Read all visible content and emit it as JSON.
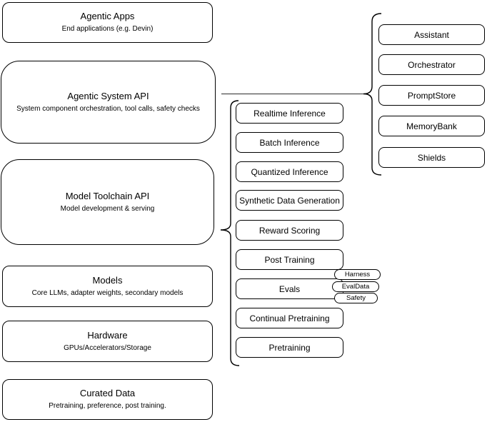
{
  "diagram": {
    "left_stack": [
      {
        "title": "Agentic Apps",
        "subtitle": "End applications (e.g. Devin)"
      },
      {
        "title": "Agentic System API",
        "subtitle": "System component orchestration, tool calls, safety checks"
      },
      {
        "title": "Model Toolchain API",
        "subtitle": "Model development & serving"
      },
      {
        "title": "Models",
        "subtitle": "Core LLMs, adapter weights, secondary models"
      },
      {
        "title": "Hardware",
        "subtitle": "GPUs/Accelerators/Storage"
      },
      {
        "title": "Curated Data",
        "subtitle": "Pretraining, preference, post training."
      }
    ],
    "toolchain_items": [
      "Realtime Inference",
      "Batch Inference",
      "Quantized Inference",
      "Synthetic Data Generation",
      "Reward Scoring",
      "Post Training",
      "Evals",
      "Continual Pretraining",
      "Pretraining"
    ],
    "evals_tags": [
      "Harness",
      "EvalData",
      "Safety"
    ],
    "system_components": [
      "Assistant",
      "Orchestrator",
      "PromptStore",
      "MemoryBank",
      "Shields"
    ],
    "colors": {
      "stroke": "#000000",
      "fill": "#ffffff",
      "connector": "#4d4d4d"
    }
  }
}
